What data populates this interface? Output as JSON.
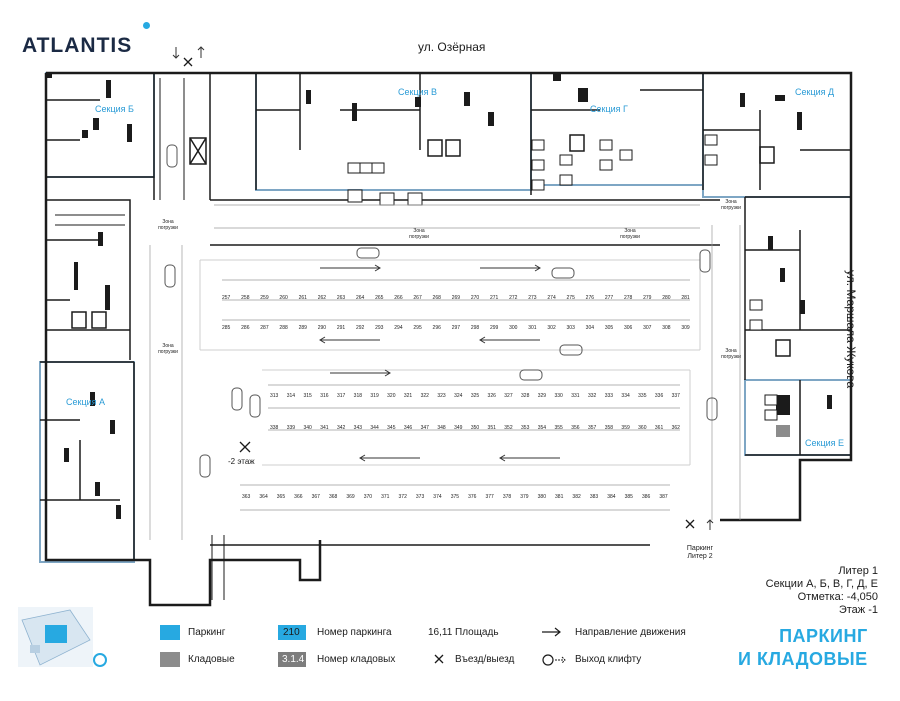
{
  "brand": {
    "logo": "ATLANTIS"
  },
  "streets": {
    "top": "ул. Озёрная",
    "right": "ул. Маршала Жукова"
  },
  "sections": [
    "Секция А",
    "Секция Б",
    "Секция В",
    "Секция Г",
    "Секция Д",
    "Секция Е"
  ],
  "zones": {
    "loading": "Зона погрузки",
    "lower_floor": "-2 этаж",
    "parking_exit": "Паркинг Литер 2"
  },
  "info": {
    "liter": "Литер 1",
    "sections_line": "Секции А, Б, В, Г, Д, Е",
    "mark": "Отметка:  -4,050",
    "floor": "Этаж  -1"
  },
  "legend": {
    "parking": "Паркинг",
    "storage": "Кладовые",
    "parking_number_sample": "210",
    "parking_number": "Номер паркинга",
    "storage_number_sample": "3.1.4",
    "storage_number": "Номер кладовых",
    "area_sample": "16,11",
    "area": "Площадь",
    "entry_exit": "Въезд/выезд",
    "direction": "Направление движения",
    "lift_exit": "Выход клифту"
  },
  "title": {
    "line1": "ПАРКИНГ",
    "line2": "И КЛАДОВЫЕ"
  },
  "colors": {
    "parking": "#27a9e1",
    "storage": "#8c8c8c",
    "wall": "#1b1b1b",
    "section_outline": "#7ea6c4",
    "accent": "#27a9e1"
  },
  "parking_rows": {
    "row1_top": [
      "257",
      "258",
      "259",
      "260",
      "261",
      "262",
      "263",
      "264",
      "265",
      "266",
      "267",
      "268",
      "269",
      "270",
      "271",
      "272",
      "273",
      "274",
      "275",
      "276",
      "277",
      "278",
      "279",
      "280",
      "281"
    ],
    "row1_bottom": [
      "285",
      "286",
      "287",
      "288",
      "289",
      "290",
      "291",
      "292",
      "293",
      "294",
      "295",
      "296",
      "297",
      "298",
      "299",
      "300",
      "301",
      "302",
      "303",
      "304",
      "305",
      "306",
      "307",
      "308",
      "309"
    ],
    "row2_top": [
      "313",
      "314",
      "315",
      "316",
      "317",
      "318",
      "319",
      "320",
      "321",
      "322",
      "323",
      "324",
      "325",
      "326",
      "327",
      "328",
      "329",
      "330",
      "331",
      "332",
      "333",
      "334",
      "335",
      "336",
      "337"
    ],
    "row2_bottom": [
      "338",
      "339",
      "340",
      "341",
      "342",
      "343",
      "344",
      "345",
      "346",
      "347",
      "348",
      "349",
      "350",
      "351",
      "352",
      "353",
      "354",
      "355",
      "356",
      "357",
      "358",
      "359",
      "360",
      "361",
      "362"
    ],
    "row3": [
      "363",
      "364",
      "365",
      "366",
      "367",
      "368",
      "369",
      "370",
      "371",
      "372",
      "373",
      "374",
      "375",
      "376",
      "377",
      "378",
      "379",
      "380",
      "381",
      "382",
      "383",
      "384",
      "385",
      "386",
      "387"
    ]
  }
}
